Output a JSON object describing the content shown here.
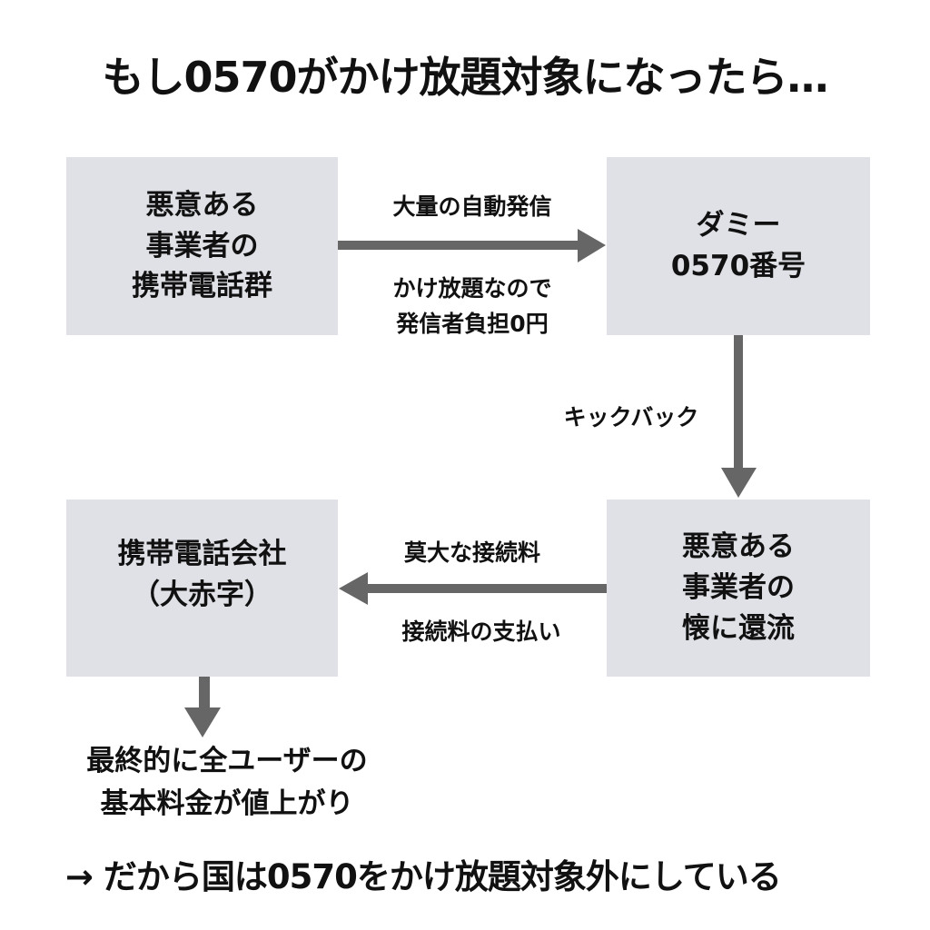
{
  "title": "もし0570がかけ放題対象になったら…",
  "colors": {
    "box_fill": "#dfe1e6",
    "arrow": "#666666",
    "text": "#111111",
    "background": "#ffffff"
  },
  "nodes": {
    "malicious_phones": {
      "lines": [
        "悪意ある",
        "事業者の",
        "携帯電話群"
      ]
    },
    "dummy_number": {
      "lines": [
        "ダミー",
        "0570番号"
      ]
    },
    "malicious_pocket": {
      "lines": [
        "悪意ある",
        "事業者の",
        "懐に還流"
      ]
    },
    "carrier": {
      "lines": [
        "携帯電話会社",
        "（大赤字）"
      ]
    }
  },
  "edges": {
    "phones_to_dummy": {
      "above": "大量の自動発信",
      "below": [
        "かけ放題なので",
        "発信者負担0円"
      ]
    },
    "dummy_to_pocket": {
      "label": "キックバック"
    },
    "pocket_to_carrier": {
      "above": "莫大な接続料",
      "below": "接続料の支払い"
    }
  },
  "result": {
    "lines": [
      "最終的に全ユーザーの",
      "基本料金が値上がり"
    ]
  },
  "conclusion": "→ だから国は0570をかけ放題対象外にしている"
}
